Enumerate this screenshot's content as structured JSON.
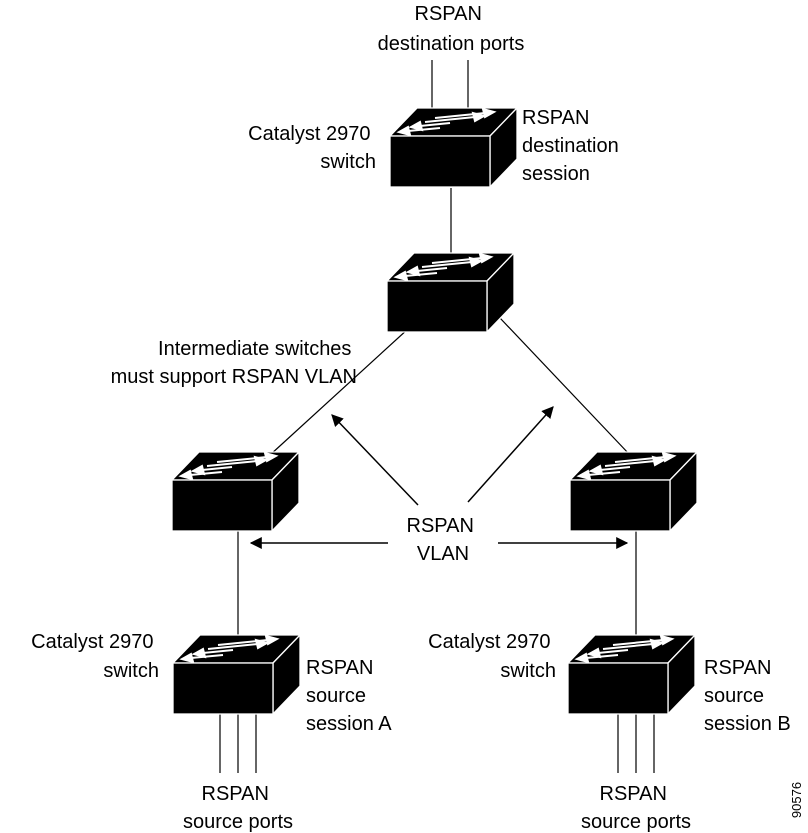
{
  "colors": {
    "switch_fill": "#000000",
    "line": "#000000",
    "arrow": "#ffffff",
    "background": "#ffffff"
  },
  "icons": {
    "switch": "layer2-switch-icon"
  },
  "labels": {
    "dest_ports": [
      "RSPAN",
      "destination ports"
    ],
    "top_switch_name": [
      "Catalyst 2970",
      "switch"
    ],
    "dest_session": [
      "RSPAN",
      "destination",
      "session"
    ],
    "intermediate": [
      "Intermediate switches",
      "must support RSPAN VLAN"
    ],
    "vlan": [
      "RSPAN",
      "VLAN"
    ],
    "left_switch_name": [
      "Catalyst 2970",
      "switch"
    ],
    "source_session_a": [
      "RSPAN",
      "source",
      "session A"
    ],
    "right_switch_name": [
      "Catalyst 2970",
      "switch"
    ],
    "source_session_b": [
      "RSPAN",
      "source",
      "session B"
    ],
    "left_source_ports": [
      "RSPAN",
      "source ports"
    ],
    "right_source_ports": [
      "RSPAN",
      "source ports"
    ],
    "figure_id": "90576"
  }
}
